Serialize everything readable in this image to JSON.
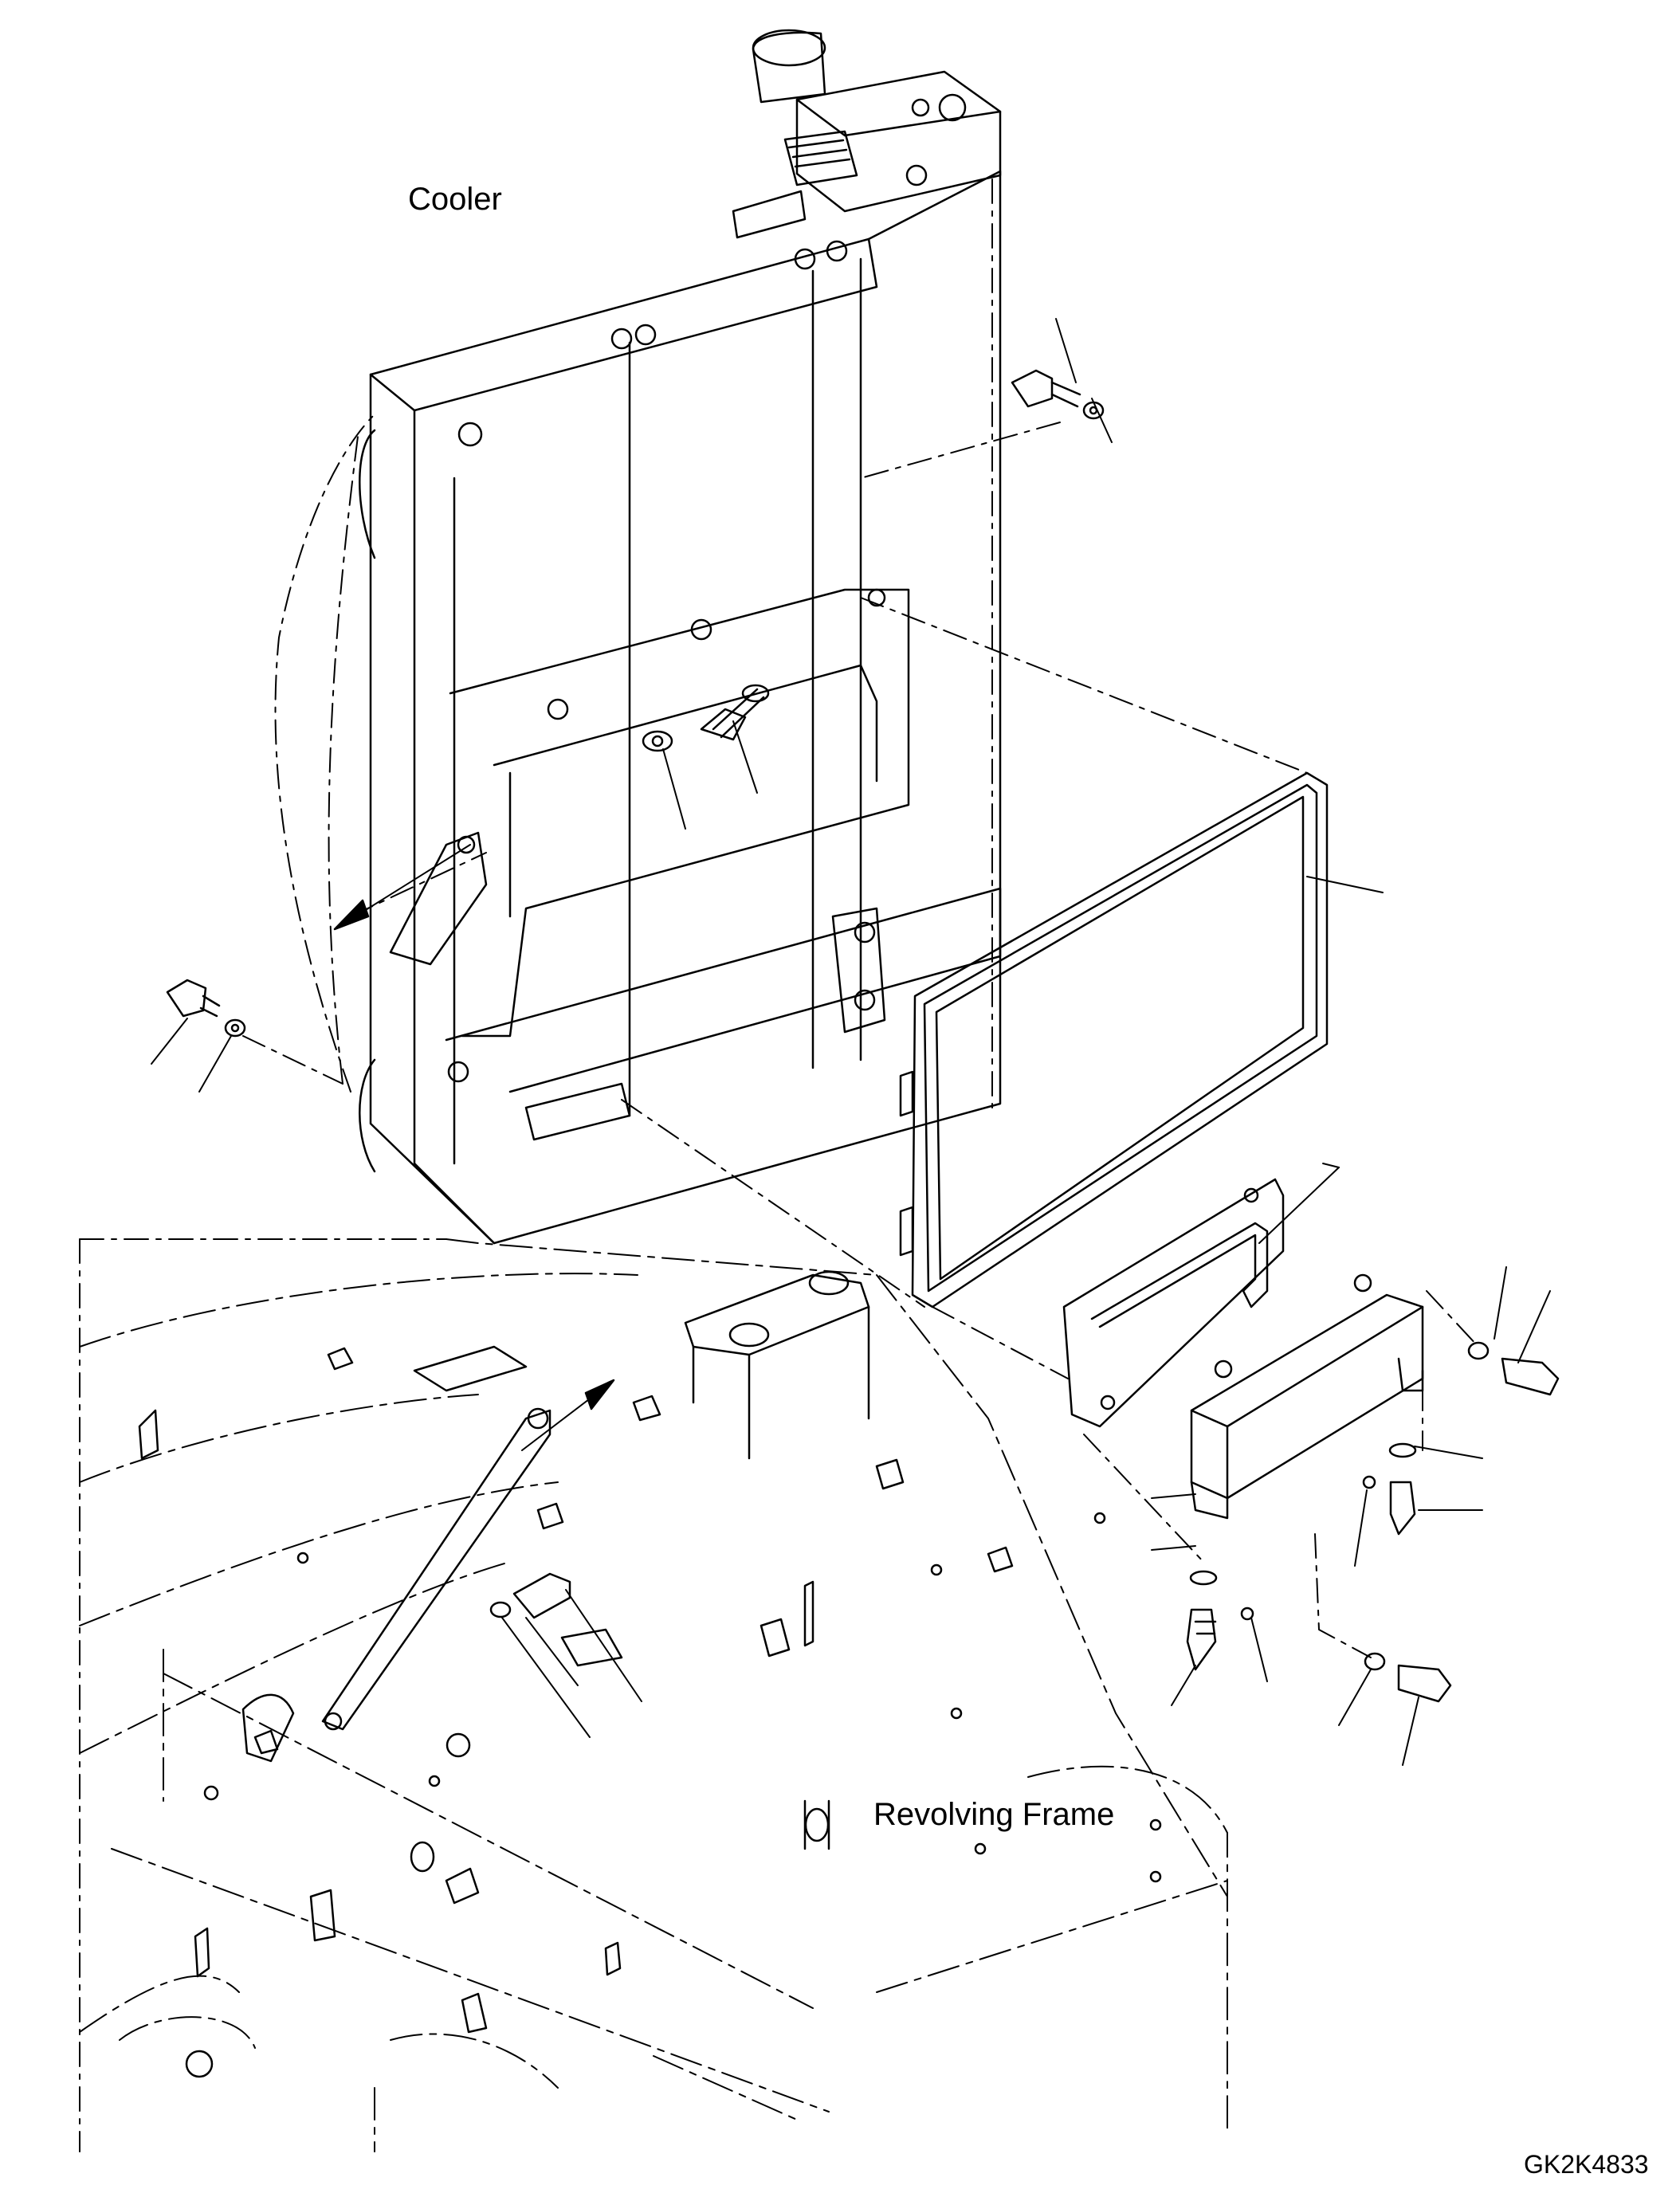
{
  "labels": {
    "cooler": "Cooler",
    "revolving_frame": "Revolving Frame",
    "drawing_code": "GK2K4833"
  },
  "colors": {
    "ink": "#000000",
    "paper": "#ffffff"
  }
}
